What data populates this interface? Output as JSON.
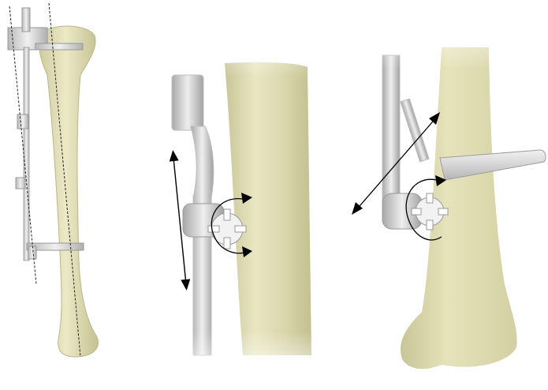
{
  "figure": {
    "panels": [
      {
        "id": "left",
        "icons": [
          "tibia-bone-icon",
          "external-fixator-frame-icon",
          "alignment-guide-lines-icon"
        ]
      },
      {
        "id": "middle",
        "icons": [
          "fixator-rod-icon",
          "clamp-knob-icon",
          "vertical-translation-arrow-icon",
          "rotation-arrow-icon"
        ]
      },
      {
        "id": "right",
        "icons": [
          "fixator-rod-icon",
          "pin-icon",
          "clamp-knob-icon",
          "diagonal-translation-arrow-icon",
          "rotation-arrow-icon"
        ]
      }
    ],
    "colors": {
      "bone": "#e6e4bd",
      "bone_shadow": "#c9c79a",
      "metal": "#d9d9d9",
      "metal_dark": "#a9a9a9",
      "arrow": "#000000",
      "guide_line": "#222222"
    }
  }
}
